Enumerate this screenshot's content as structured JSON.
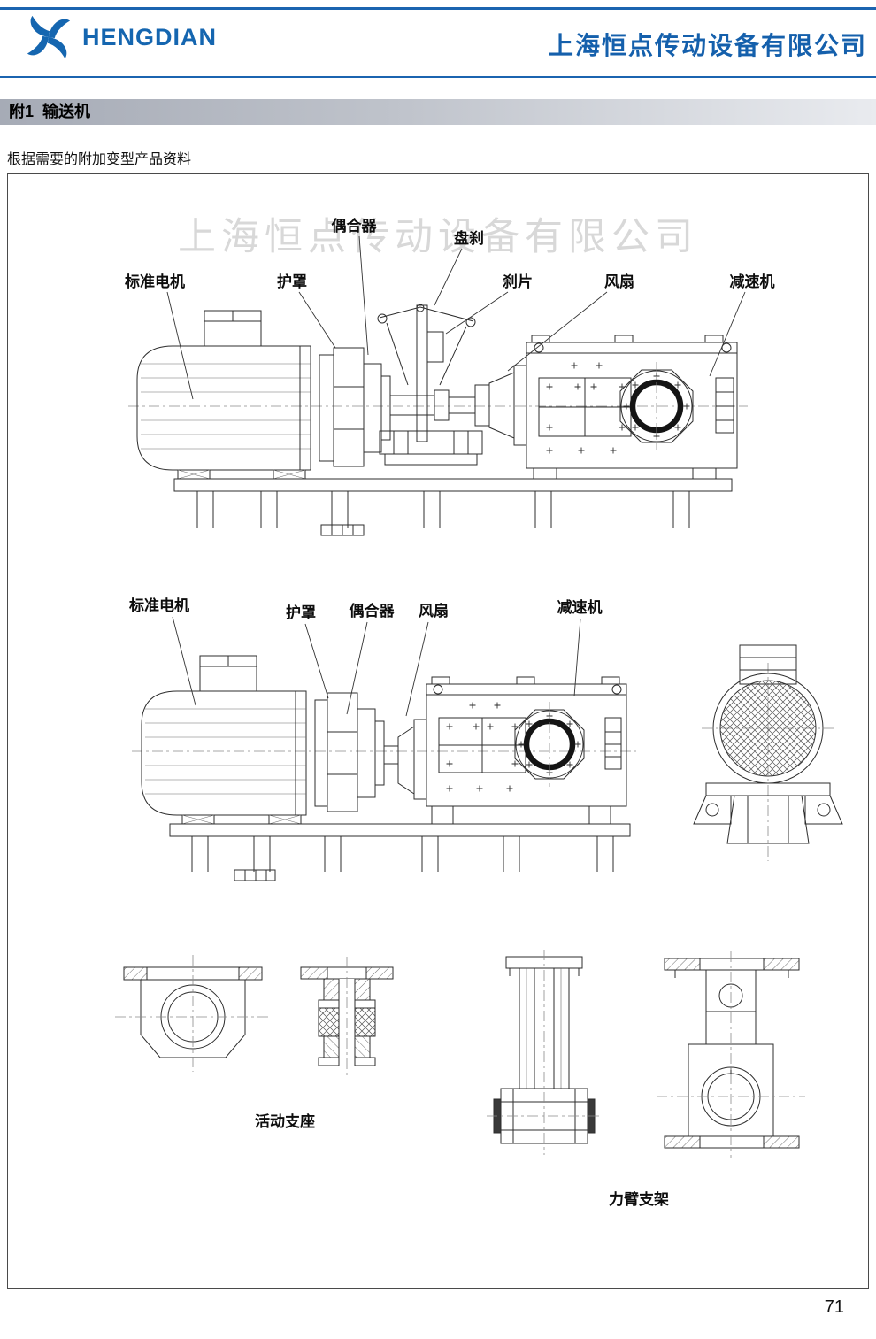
{
  "header": {
    "logo_text": "HENGDIAN",
    "company_name": "上海恒点传动设备有限公司"
  },
  "section": {
    "title": "附1  输送机",
    "subtitle": "根据需要的附加变型产品资料"
  },
  "diagram": {
    "watermark": "上海恒点传动设备有限公司",
    "view_brake": {
      "coupling": "偶合器",
      "disc_brake": "盘刹",
      "motor": "标准电机",
      "guard": "护罩",
      "brake_pad": "刹片",
      "fan": "风扇",
      "reducer": "减速机"
    },
    "view_plain": {
      "motor": "标准电机",
      "guard": "护罩",
      "coupling": "偶合器",
      "fan": "风扇",
      "reducer": "减速机"
    },
    "details": {
      "movable_support": "活动支座",
      "torque_arm": "力臂支架"
    }
  },
  "footer": {
    "page_number": "71"
  }
}
